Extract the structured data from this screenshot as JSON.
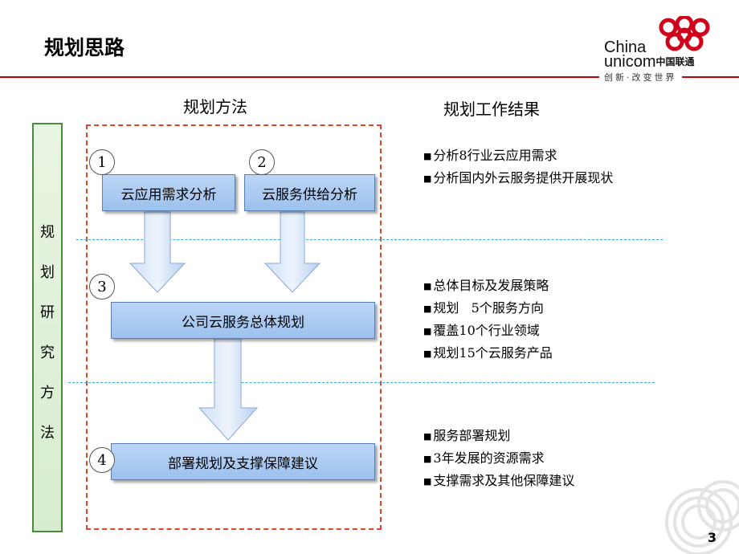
{
  "slide": {
    "title": "规划思路",
    "page_number": "3"
  },
  "logo": {
    "line1": "China",
    "line2": "unicom",
    "line2_cn": "中国联通",
    "slogan": "创新·改变世界"
  },
  "columns": {
    "method": "规划方法",
    "results": "规划工作结果"
  },
  "sidebar": [
    "规",
    "划",
    "研",
    "究",
    "方",
    "法"
  ],
  "steps": [
    {
      "num": "1",
      "label": "云应用需求分析"
    },
    {
      "num": "2",
      "label": "云服务供给分析"
    },
    {
      "num": "3",
      "label": "公司云服务总体规划"
    },
    {
      "num": "4",
      "label": "部署规划及支撑保障建议"
    }
  ],
  "results": {
    "bullet": "■",
    "group1": [
      "分析8行业云应用需求",
      "分析国内外云服务提供开展现状"
    ],
    "group2": [
      "总体目标及发展策略",
      "规划   5个服务方向",
      "覆盖10个行业领域",
      "规划15个云服务产品"
    ],
    "group3": [
      "服务部署规划",
      "3年发展的资源需求",
      "支撑需求及其他保障建议"
    ]
  },
  "colors": {
    "accent_red": "#c00000",
    "box_blue": "#9cc1ee",
    "dash_red": "#e0442a",
    "dash_cyan": "#33aee0",
    "sidebar_green": "#4a8a3a"
  }
}
